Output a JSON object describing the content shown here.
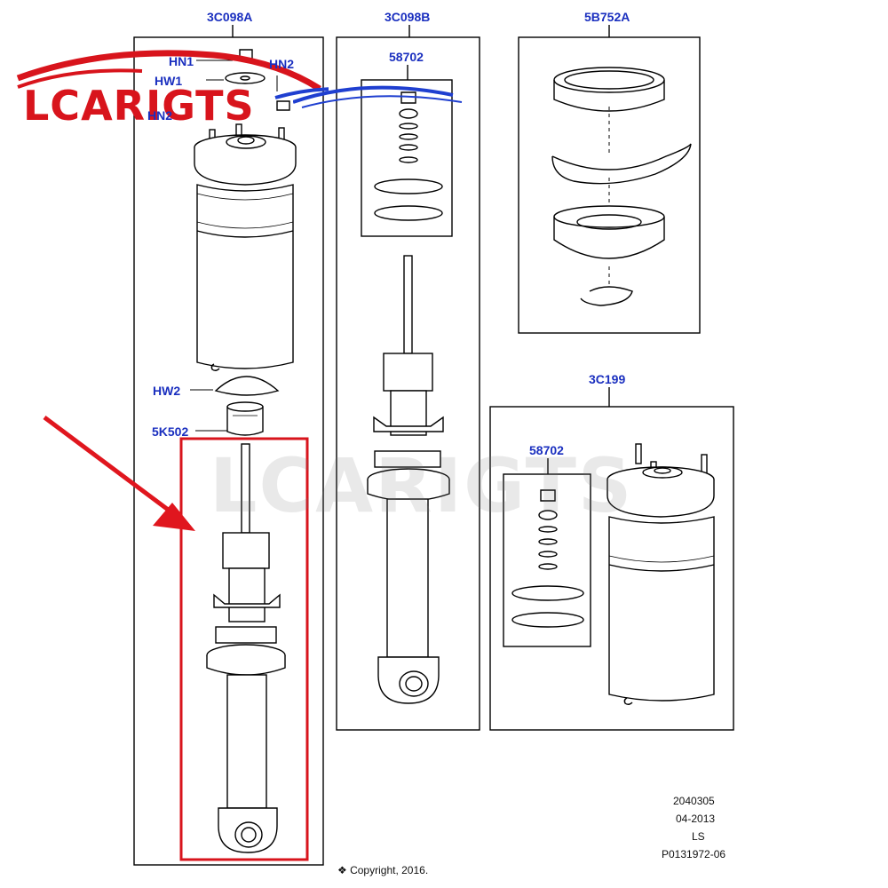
{
  "callouts": {
    "assembly_a": "3C098A",
    "assembly_b": "3C098B",
    "mount_kit": "5B752A",
    "spring_assembly": "3C199",
    "seal_kit_upper": "58702",
    "seal_kit_lower": "58702",
    "hn1": "HN1",
    "hw1": "HW1",
    "hn2_right": "HN2",
    "hn2_left": "HN2",
    "hw2": "HW2",
    "bump_stop": "5K502"
  },
  "footer": {
    "code": "2040305",
    "date": "04-2013",
    "region": "LS",
    "part_ref": "P0131972-06",
    "copyright": "❖ Copyright, 2016."
  },
  "watermark": {
    "logo_text": "LCARIGTS",
    "background_text": "LCARIGTS"
  },
  "colors": {
    "callout_text": "#1a2fbf",
    "highlight_box": "#d8141c",
    "arrow": "#e0161e",
    "logo_red": "#d8141c",
    "logo_blue": "#1f3fd0",
    "line_art": "#000000"
  },
  "icons": {
    "pointer": "red-arrow-icon"
  }
}
